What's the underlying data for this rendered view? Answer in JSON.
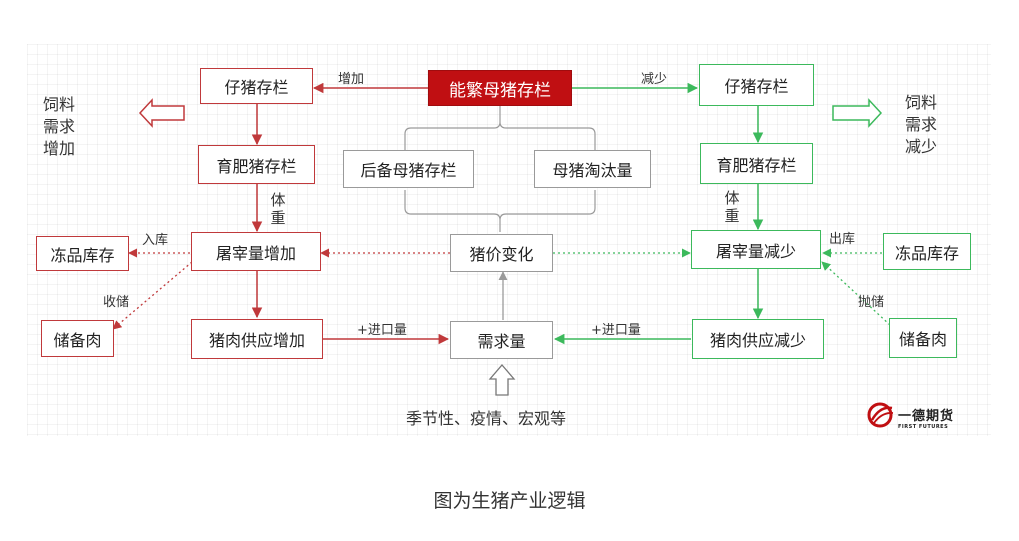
{
  "diagram": {
    "center_top": "能繁母猪存栏",
    "left_column": {
      "piglets": "仔猪存栏",
      "fattening": "育肥猪存栏",
      "slaughter": "屠宰量增加",
      "pork_supply": "猪肉供应增加",
      "weight_label": "体重"
    },
    "right_column": {
      "piglets": "仔猪存栏",
      "fattening": "育肥猪存栏",
      "slaughter": "屠宰量减少",
      "pork_supply": "猪肉供应减少",
      "weight_label": "体重"
    },
    "middle": {
      "reserve_sows": "后备母猪存栏",
      "sow_cull": "母猪淘汰量",
      "price_change": "猪价变化",
      "demand": "需求量",
      "drivers": "季节性、疫情、宏观等"
    },
    "left_side": {
      "feed": "饲料需求增加",
      "frozen": "冻品库存",
      "reserve": "储备肉",
      "in_storage": "入库",
      "collect": "收储"
    },
    "right_side": {
      "feed": "饲料需求减少",
      "frozen": "冻品库存",
      "reserve": "储备肉",
      "out_storage": "出库",
      "release": "抛储"
    },
    "edge_labels": {
      "increase": "增加",
      "decrease": "减少",
      "import_left": "+进口量",
      "import_right": "+进口量"
    }
  },
  "logo": {
    "text": "一德期货",
    "subtext": "FIRST FUTURES"
  },
  "caption": "图为生猪产业逻辑",
  "colors": {
    "red": "#c0393b",
    "green": "#3cb95c",
    "gray": "#9a9a9a",
    "accent": "#c00f12"
  }
}
